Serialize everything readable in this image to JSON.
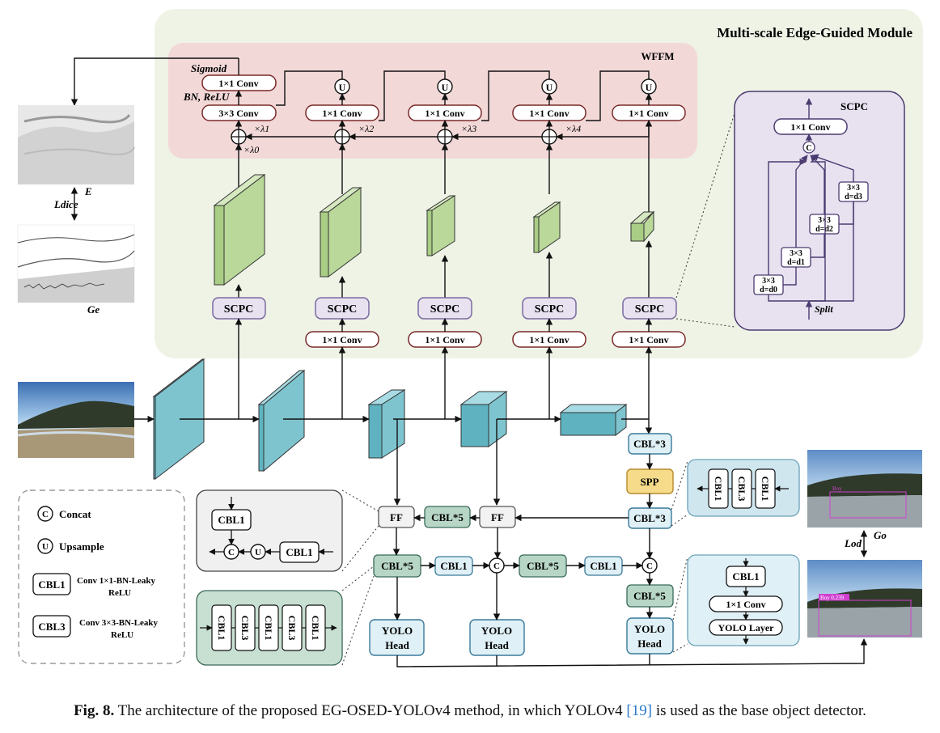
{
  "title": "Multi-scale Edge-Guided Module",
  "wffm": {
    "title": "WFFM",
    "sigmoid": "Sigmoid",
    "bn_relu": "BN, ReLU",
    "conv1x1": "1×1 Conv",
    "conv3x3": "3×3 Conv",
    "upsample_symbol": "U",
    "plus_symbol": "+",
    "lambda0": "×λ0",
    "lambda1": "×λ1",
    "lambda2": "×λ2",
    "lambda3": "×λ3",
    "lambda4": "×λ4"
  },
  "scpc": {
    "label": "SCPC",
    "detail_title": "SCPC",
    "conv": "1×1 Conv",
    "concat_symbol": "C",
    "split": "Split",
    "d0_top": "3×3",
    "d0_bot": "d=d0",
    "d1_top": "3×3",
    "d1_bot": "d=d1",
    "d2_top": "3×3",
    "d2_bot": "d=d2",
    "d3_top": "3×3",
    "d3_bot": "d=d3"
  },
  "neck_conv": "1×1 Conv",
  "edge": {
    "loss": "Ldice",
    "pred": "E",
    "gt": "Ge"
  },
  "detect": {
    "loss": "Lod",
    "gt": "Go",
    "label1": "Boy",
    "label2": "Boy 0.239"
  },
  "neck": {
    "cbl3": "CBL*3",
    "spp": "SPP",
    "cbl5": "CBL*5",
    "ff": "FF",
    "cbl1": "CBL1",
    "cbl3_block": "CBL3",
    "concat_symbol": "C",
    "upsample_symbol": "U",
    "yolo_head_l1": "YOLO",
    "yolo_head_l2": "Head",
    "yolo_layer": "YOLO Layer",
    "conv1x1": "1×1 Conv"
  },
  "legend": {
    "concat_symbol": "C",
    "concat": "Concat",
    "upsample_symbol": "U",
    "upsample": "Upsample",
    "cbl1": "CBL1",
    "cbl1_desc_l1": "Conv 1×1-BN-Leaky",
    "cbl1_desc_l2": "ReLU",
    "cbl3": "CBL3",
    "cbl3_desc_l1": "Conv 3×3-BN-Leaky",
    "cbl3_desc_l2": "ReLU"
  },
  "caption": {
    "label": "Fig. 8.",
    "text_before": " The architecture of the proposed EG-OSED-YOLOv4 method, in which YOLOv4 ",
    "cite": "[19]",
    "text_after": " is used as the base object detector."
  },
  "colors": {
    "module_bg": "#eef3e6",
    "wffm_bg": "#f2d9d8",
    "scpc_fill": "#e8e2f0",
    "scpc_stroke": "#7a6aa0",
    "conv_stroke": "#7a2a2a",
    "feature_green": "#b9d89a",
    "backbone_blue": "#7ec4cf",
    "cbl_light": "#dff0f6",
    "cbl_dark": "#b7d6c6",
    "spp_yellow": "#f6dc8a"
  }
}
